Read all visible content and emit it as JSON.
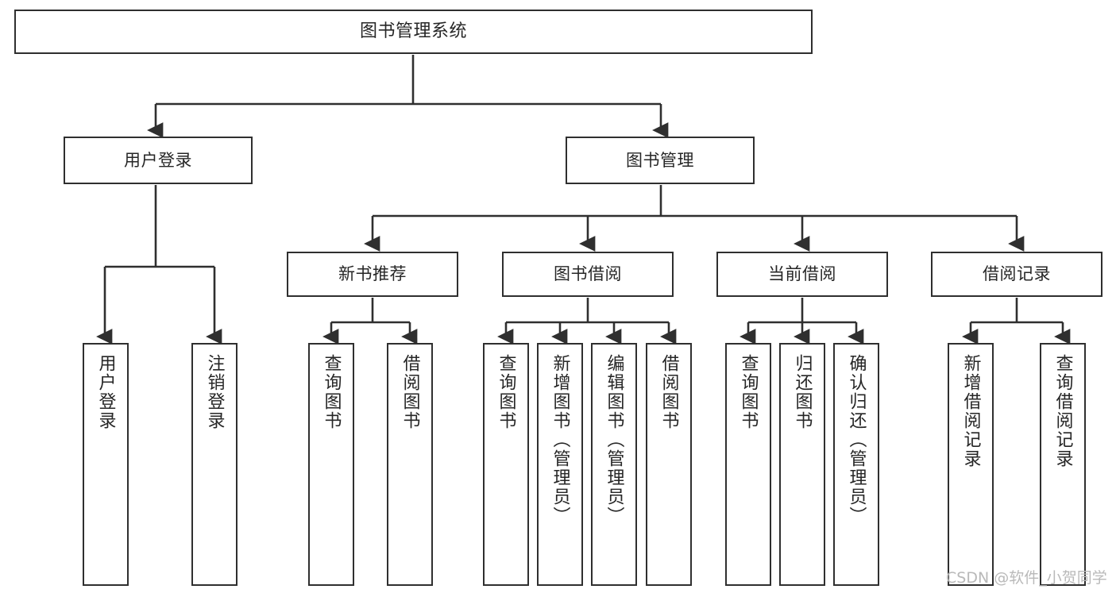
{
  "diagram": {
    "title": "图书管理系统",
    "type": "tree",
    "theme": {
      "background": "#ffffff",
      "node_border": "#2f2f2f",
      "node_fill": "#ffffff",
      "text": "#262626",
      "edge": "#2f2f2f",
      "watermark": "#b9b9b9"
    },
    "nodes": {
      "root": {
        "label": "图书管理系统"
      },
      "level2": [
        {
          "id": "user-login",
          "label": "用户登录"
        },
        {
          "id": "book-manage",
          "label": "图书管理"
        }
      ],
      "level3": [
        {
          "id": "new-book-rec",
          "label": "新书推荐"
        },
        {
          "id": "book-borrow",
          "label": "图书借阅"
        },
        {
          "id": "current-borrow",
          "label": "当前借阅"
        },
        {
          "id": "borrow-record",
          "label": "借阅记录"
        }
      ],
      "leaves": [
        {
          "id": "leaf-user-login",
          "label": "用户登录",
          "parent": "user-login"
        },
        {
          "id": "leaf-logout",
          "label": "注销登录",
          "parent": "user-login"
        },
        {
          "id": "leaf-query-book-1",
          "label": "查询图书",
          "parent": "new-book-rec"
        },
        {
          "id": "leaf-borrow-book-1",
          "label": "借阅图书",
          "parent": "new-book-rec"
        },
        {
          "id": "leaf-query-book-2",
          "label": "查询图书",
          "parent": "book-borrow"
        },
        {
          "id": "leaf-add-book",
          "label": "新增图书（管理员）",
          "parent": "book-borrow"
        },
        {
          "id": "leaf-edit-book",
          "label": "编辑图书（管理员）",
          "parent": "book-borrow"
        },
        {
          "id": "leaf-borrow-book-2",
          "label": "借阅图书",
          "parent": "book-borrow"
        },
        {
          "id": "leaf-query-book-3",
          "label": "查询图书",
          "parent": "current-borrow"
        },
        {
          "id": "leaf-return-book",
          "label": "归还图书",
          "parent": "current-borrow"
        },
        {
          "id": "leaf-confirm-return",
          "label": "确认归还（管理员）",
          "parent": "current-borrow"
        },
        {
          "id": "leaf-add-record",
          "label": "新增借阅记录",
          "parent": "borrow-record"
        },
        {
          "id": "leaf-query-record",
          "label": "查询借阅记录",
          "parent": "borrow-record"
        }
      ]
    },
    "watermark": "CSDN @软件_小贺同学"
  }
}
